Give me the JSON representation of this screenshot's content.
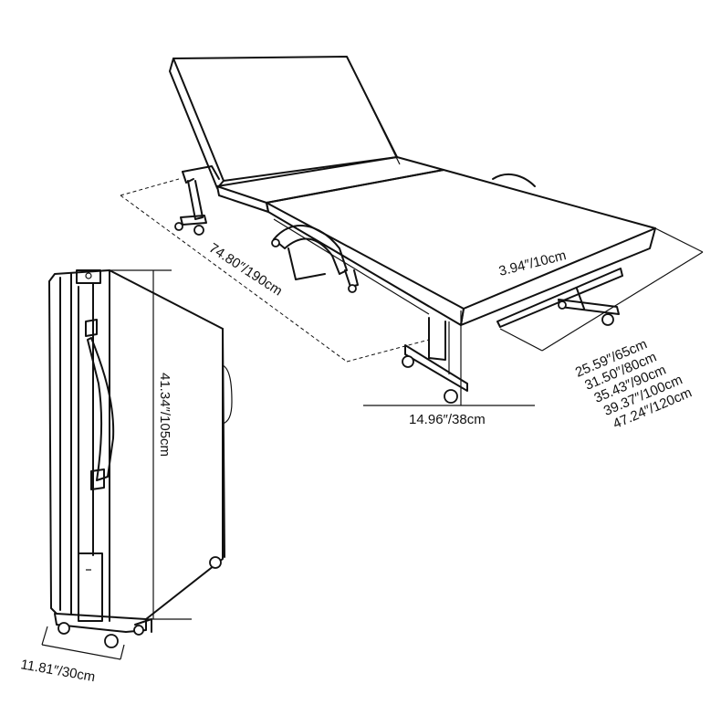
{
  "colors": {
    "line": "#111111",
    "background": "#ffffff"
  },
  "dimensions": {
    "length": "74.80″/190cm",
    "thickness": "3.94″/10cm",
    "height": "14.96″/38cm",
    "widths": [
      "25.59″/65cm",
      "31.50″/80cm",
      "35.43″/90cm",
      "39.37″/100cm",
      "47.24″/120cm"
    ],
    "folded_height": "41.34″/105cm",
    "folded_depth": "11.81″/30cm"
  }
}
